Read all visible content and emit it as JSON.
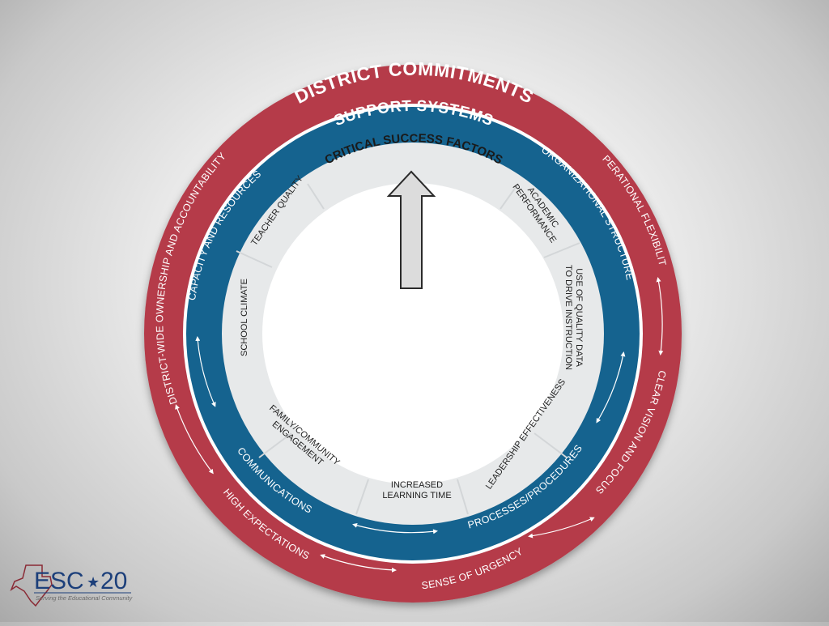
{
  "rings": {
    "outer": {
      "title": "DISTRICT COMMITMENTS",
      "color": "#b53a48",
      "labels": {
        "left": "DISTRICT-WIDE OWNERSHIP AND ACCOUNTABILITY",
        "upper_right": "OPERATIONAL FLEXIBILITY",
        "lower_right": "CLEAR VISION AND FOCUS",
        "bottom": "SENSE OF URGENCY",
        "lower_left": "HIGH EXPECTATIONS"
      }
    },
    "middle": {
      "title": "SUPPORT SYSTEMS",
      "color": "#15638f",
      "labels": {
        "upper_left": "CAPACITY AND RESOURCES",
        "upper_right": "ORGANIZATIONAL STRUCTURE",
        "lower_right": "PROCESSES/PROCEDURES",
        "lower_left": "COMMUNICATIONS"
      }
    },
    "inner": {
      "title": "CRITICAL SUCCESS FACTORS",
      "color": "#e7e9ea",
      "factors": {
        "teacher_quality": "TEACHER QUALITY",
        "academic_line1": "ACADEMIC",
        "academic_line2": "PERFORMANCE",
        "data_line1": "USE OF QUALITY DATA",
        "data_line2": "TO DRIVE INSTRUCTION",
        "leadership": "LEADERSHIP EFFECTIVENESS",
        "time_line1": "INCREASED",
        "time_line2": "LEARNING TIME",
        "family_line1": "FAMILY/COMMUNITY",
        "family_line2": "ENGAGEMENT",
        "school_climate": "SCHOOL CLIMATE"
      }
    }
  },
  "logo": {
    "name": "ESC",
    "number": "20",
    "tagline": "Serving the Educational Community",
    "color": "#1c3f7a"
  }
}
